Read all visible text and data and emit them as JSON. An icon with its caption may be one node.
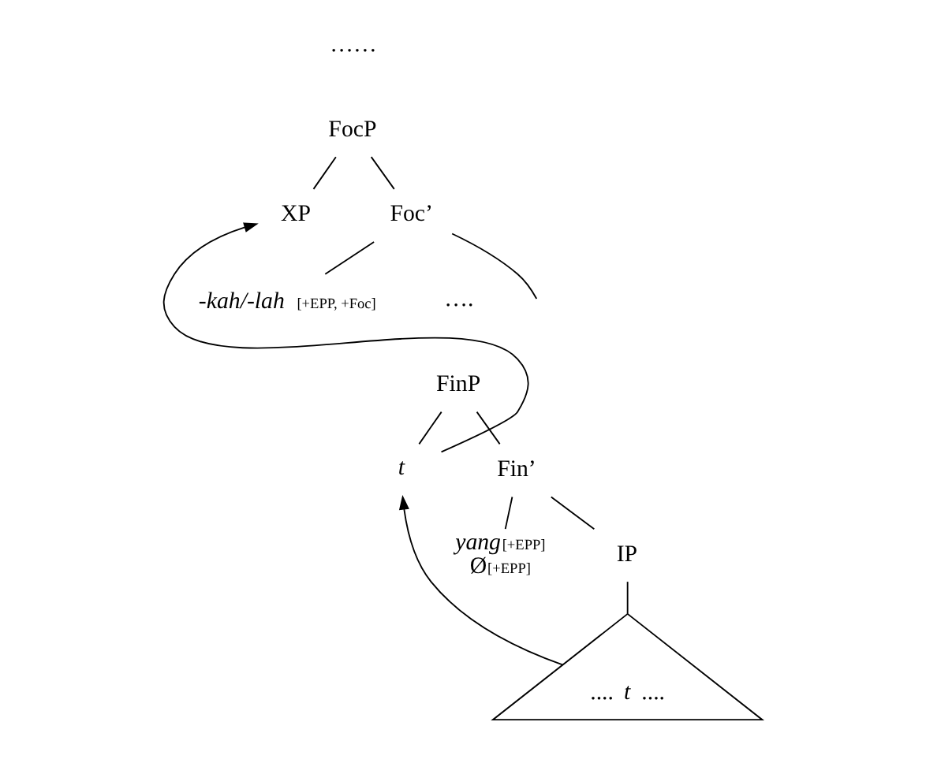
{
  "diagram": {
    "nodes": [
      {
        "text": [
          "FocP"
        ]
      },
      {
        "text": [
          "XP"
        ]
      },
      {
        "text": [
          "Foc’"
        ]
      },
      {
        "text": [
          "*-kah/-lah* $_{[+EPP, +Foc]}$"
        ]
      },
      {
        "text": [
          "FinP"
        ]
      },
      {
        "text": [
          "t"
        ]
      },
      {
        "text": [
          "Fin’"
        ]
      },
      {
        "text": [
          "*yang*$_{[+EPP]}$",
          "Ø$_{[+EPP]}$"
        ]
      },
      {
        "text": [
          "IP"
        ]
      },
      {
        "text": [
          ".... *t* ...."
        ]
      }
    ],
    "edges": [
      {
        "from": 0,
        "to": 1,
        "arrow": "none"
      },
      {
        "from": 0,
        "to": 2,
        "arrow": "none"
      },
      {
        "from": 2,
        "to": 3,
        "arrow": "none"
      },
      {
        "from": 2,
        "to": null,
        "arrow": "none"
      },
      {
        "from": 4,
        "to": 5,
        "arrow": "none"
      },
      {
        "from": 4,
        "to": 6,
        "arrow": "none"
      },
      {
        "from": 6,
        "to": 7,
        "arrow": "none"
      },
      {
        "from": 6,
        "to": 8,
        "arrow": "none"
      },
      {
        "from": 8,
        "to": 9,
        "arrow": "none"
      },
      {
        "from": 9,
        "to": 5,
        "arrow": "to"
      },
      {
        "from": 5,
        "to": 1,
        "arrow": "to"
      }
    ],
    "labels": [
      "……",
      "…."
    ]
  }
}
